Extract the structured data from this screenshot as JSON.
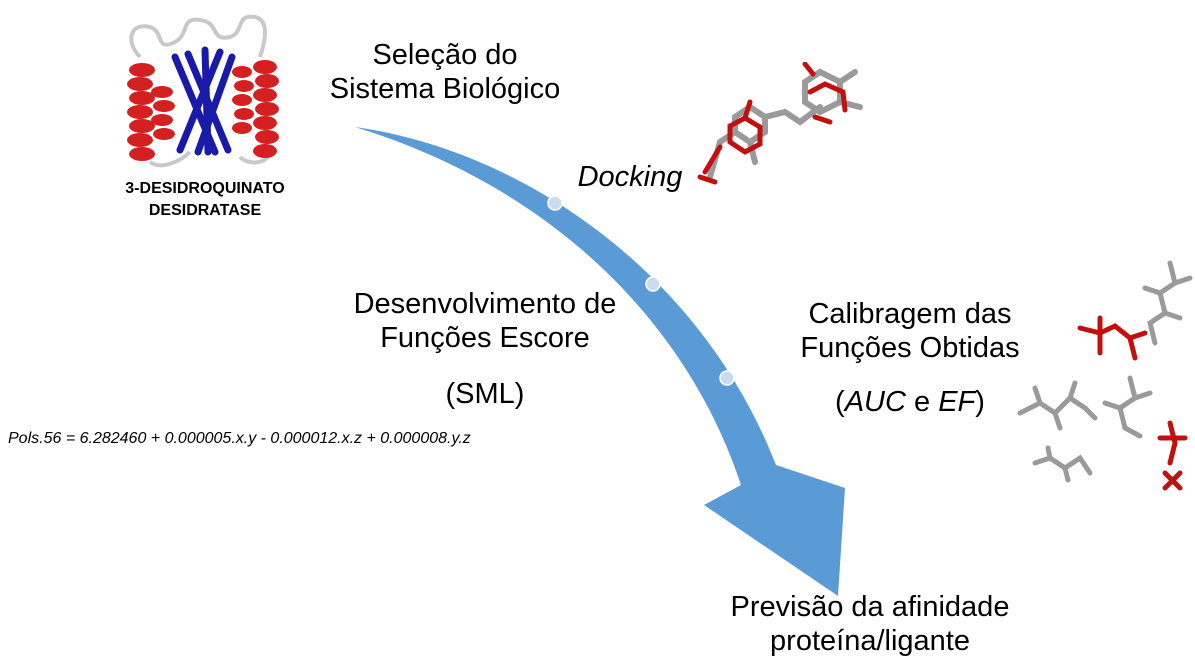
{
  "protein": {
    "name_line1": "3-DESIDROQUINATO",
    "name_line2": "DESIDRATASE"
  },
  "steps": {
    "step1_line1": "Seleção do",
    "step1_line2": "Sistema Biológico",
    "docking": "Docking",
    "step2_line1": "Desenvolvimento de",
    "step2_line2": "Funções Escore",
    "step2_line3": "(SML)",
    "step3_line1": "Calibragem das",
    "step3_line2": "Funções Obtidas",
    "step3_metric_a": "AUC",
    "step3_metric_join": "e",
    "step3_metric_b": "EF",
    "step4_line1": "Previsão da afinidade",
    "step4_line2": "proteína/ligante"
  },
  "formula": "Pols.56 = 6.282460  +  0.000005.x.y - 0.000012.x.z + 0.000008.y.z",
  "colors": {
    "arrow": "#5b9bd5",
    "helix": "#d42020",
    "sheet": "#1a1aa8",
    "loop": "#c8c8c8",
    "ligand_red": "#c01010",
    "ligand_gray": "#9a9a9a"
  }
}
